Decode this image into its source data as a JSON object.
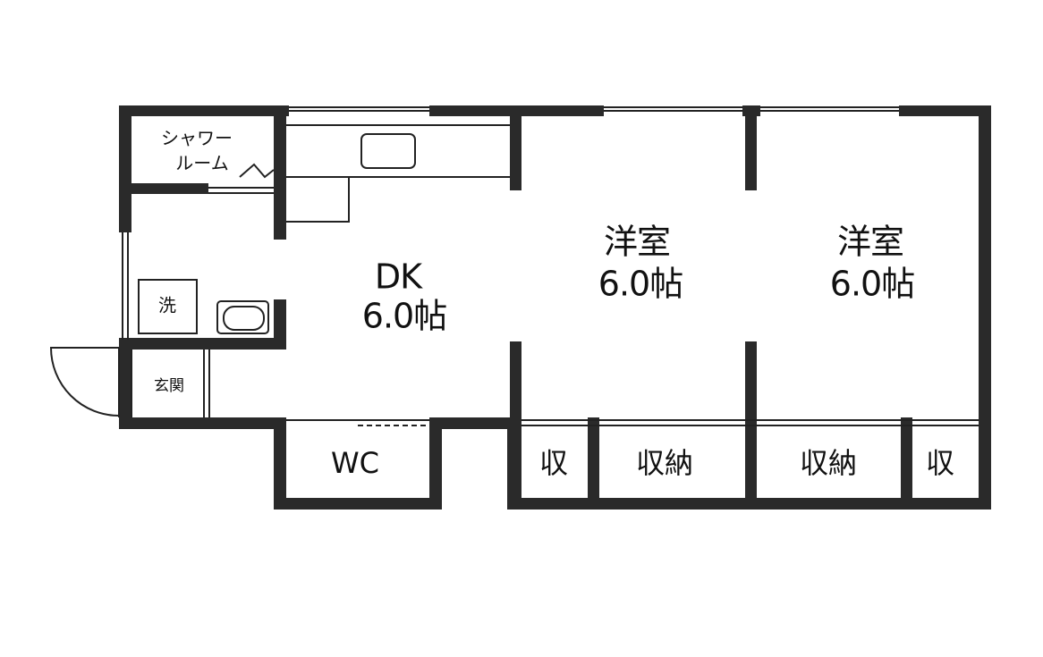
{
  "floorplan": {
    "rooms": {
      "shower": {
        "line1": "シャワー",
        "line2": "ルーム"
      },
      "dk": {
        "name": "DK",
        "size": "6.0帖"
      },
      "western_room_1": {
        "name": "洋室",
        "size": "6.0帖"
      },
      "western_room_2": {
        "name": "洋室",
        "size": "6.0帖"
      },
      "washer": {
        "name": "洗"
      },
      "entrance": {
        "name": "玄関"
      },
      "toilet": {
        "name": "WC"
      },
      "storage_small_1": {
        "name": "収"
      },
      "closet_1": {
        "name": "収納"
      },
      "closet_2": {
        "name": "収納"
      },
      "storage_small_2": {
        "name": "収"
      }
    },
    "colors": {
      "wall": "#2a2a2a",
      "line": "#222222",
      "background": "#ffffff"
    }
  }
}
